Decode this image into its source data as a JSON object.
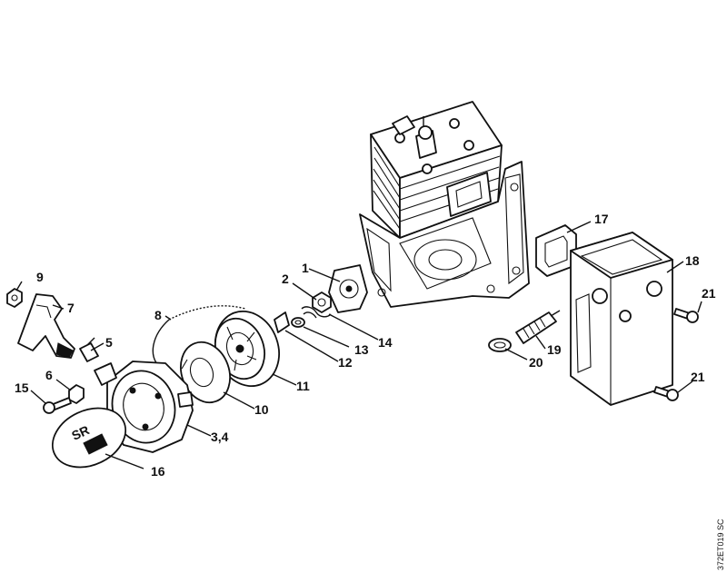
{
  "diagram": {
    "drawing_code": "372ET019 SC",
    "labels": {
      "p1": "1",
      "p2": "2",
      "p34": "3,4",
      "p5": "5",
      "p6": "6",
      "p7": "7",
      "p8": "8",
      "p9": "9",
      "p10": "10",
      "p11": "11",
      "p12": "12",
      "p13": "13",
      "p14": "14",
      "p15": "15",
      "p16": "16",
      "p17": "17",
      "p18": "18",
      "p19": "19",
      "p20": "20",
      "p21a": "21",
      "p21b": "21"
    },
    "cover_marking": "SR"
  }
}
